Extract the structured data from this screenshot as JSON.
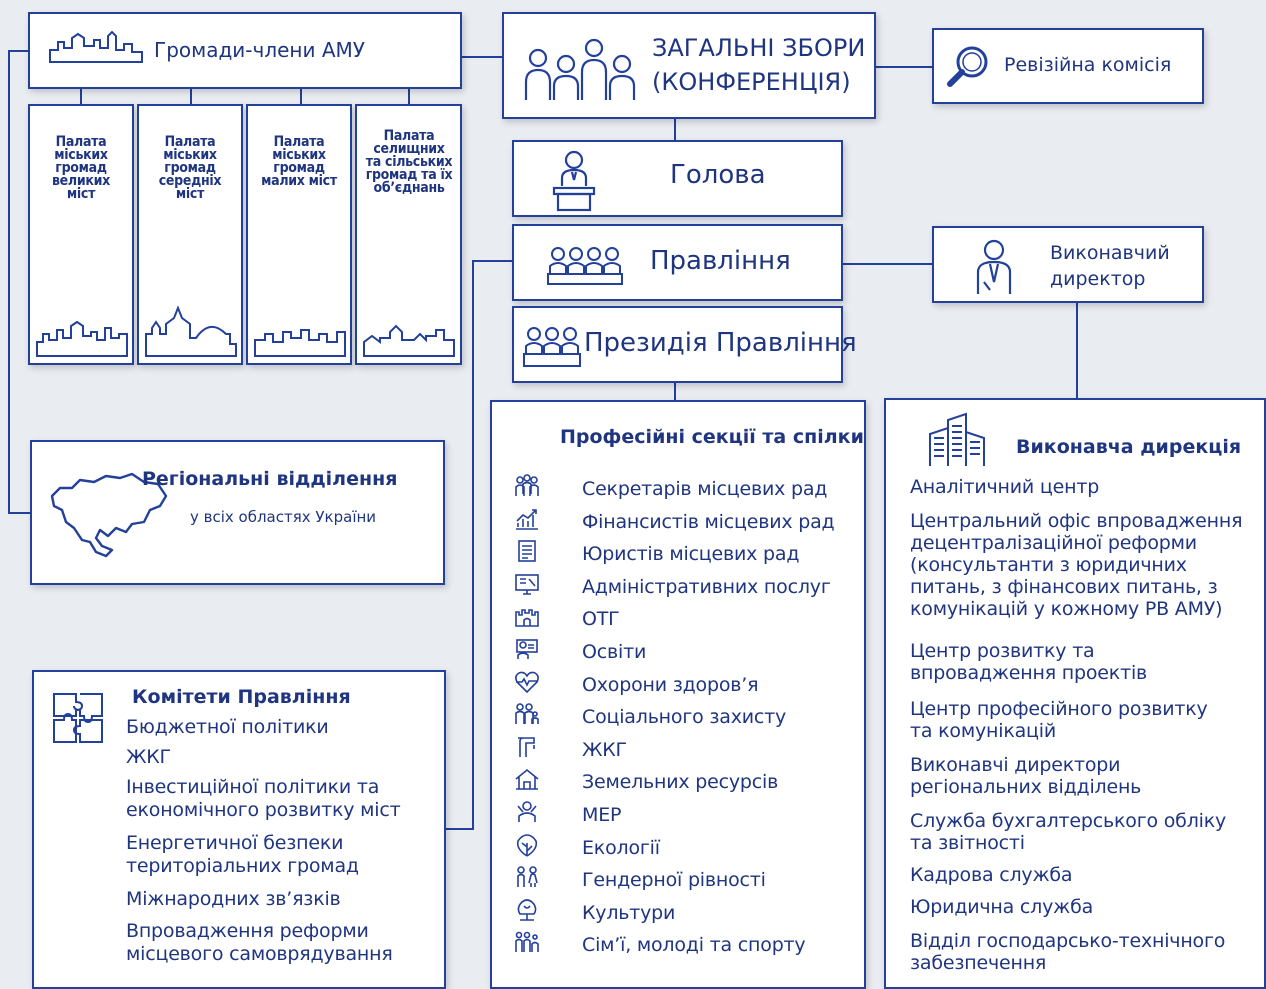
{
  "colors": {
    "primary": "#23409a",
    "background": "#e9ecf1",
    "box": "#ffffff"
  },
  "members": {
    "title": "Громади-члени АМУ",
    "icon": "city-skyline-icon"
  },
  "chambers": [
    {
      "label": "Палата міських громад великих міст",
      "icon": "city-skyline-icon"
    },
    {
      "label": "Палата міських громад середніх міст",
      "icon": "church-skyline-icon"
    },
    {
      "label": "Палата міських громад малих міст",
      "icon": "town-skyline-icon"
    },
    {
      "label": "Палата селищних та сільських громад та їх об’єднань",
      "icon": "village-skyline-icon"
    }
  ],
  "general_meeting": {
    "line1": "ЗАГАЛЬНІ ЗБОРИ",
    "line2": "(КОНФЕРЕНЦІЯ)",
    "icon": "people-group-icon"
  },
  "audit": {
    "label": "Ревізійна комісія",
    "icon": "magnifier-icon"
  },
  "head": {
    "label": "Голова",
    "icon": "speaker-podium-icon"
  },
  "board": {
    "label": "Правління",
    "icon": "board-table-icon"
  },
  "presidium": {
    "label": "Президія Правління",
    "icon": "presidium-table-icon"
  },
  "exec_director": {
    "line1": "Виконавчий",
    "line2": "директор",
    "icon": "director-icon"
  },
  "regional": {
    "title": "Регіональні відділення",
    "subtitle": "у всіх областях України",
    "icon": "ukraine-map-icon"
  },
  "sections": {
    "title": "Професійні секції та спілки",
    "items": [
      {
        "label": "Секретарів місцевих рад",
        "icon": "people-icon"
      },
      {
        "label": "Фінансистів місцевих рад",
        "icon": "finance-chart-icon"
      },
      {
        "label": "Юристів місцевих рад",
        "icon": "document-icon"
      },
      {
        "label": "Адміністративних послуг",
        "icon": "service-screen-icon"
      },
      {
        "label": "ОТГ",
        "icon": "castle-icon"
      },
      {
        "label": "Освіти",
        "icon": "teacher-icon"
      },
      {
        "label": "Охорони здоров’я",
        "icon": "heart-pulse-icon"
      },
      {
        "label": "Соціального захисту",
        "icon": "family-icon"
      },
      {
        "label": "ЖКГ",
        "icon": "tap-icon"
      },
      {
        "label": "Земельних ресурсів",
        "icon": "house-land-icon"
      },
      {
        "label": "МЕР",
        "icon": "mayor-icon"
      },
      {
        "label": "Екології",
        "icon": "leaf-icon"
      },
      {
        "label": "Гендерної рівності",
        "icon": "gender-icon"
      },
      {
        "label": "Культури",
        "icon": "culture-icon"
      },
      {
        "label": "Сім’ї, молоді та спорту",
        "icon": "family-group-icon"
      }
    ]
  },
  "committees": {
    "title": "Комітети Правління",
    "icon": "puzzle-icon",
    "items": [
      {
        "line1": "Бюджетної політики",
        "line2": ""
      },
      {
        "line1": "ЖКГ",
        "line2": ""
      },
      {
        "line1": "Інвестиційної політики та",
        "line2": "економічного розвитку міст"
      },
      {
        "line1": "Енергетичної безпеки",
        "line2": "територіальних громад"
      },
      {
        "line1": "Міжнародних зв’язків",
        "line2": ""
      },
      {
        "line1": "Впровадження реформи",
        "line2": "місцевого самоврядування"
      }
    ]
  },
  "directorate": {
    "title": "Виконавча дирекція",
    "icon": "office-building-icon",
    "items": [
      {
        "lines": [
          "Аналітичний центр"
        ]
      },
      {
        "lines": [
          "Центральний офіс впровадження",
          "децентралізаційної реформи",
          "(консультанти з юридичних",
          "питань, з фінансових питань, з",
          "комунікацій у кожному РВ АМУ)"
        ]
      },
      {
        "lines": [
          "Центр розвитку та",
          "впровадження проектів"
        ]
      },
      {
        "lines": [
          "Центр професійного розвитку",
          "та комунікацій"
        ]
      },
      {
        "lines": [
          "Виконавчі директори",
          "регіональних відділень"
        ]
      },
      {
        "lines": [
          "Служба бухгалтерського обліку",
          "та звітності"
        ]
      },
      {
        "lines": [
          "Кадрова служба"
        ]
      },
      {
        "lines": [
          "Юридична служба"
        ]
      },
      {
        "lines": [
          "Відділ господарсько-технічного",
          "забезпечення"
        ]
      }
    ]
  }
}
